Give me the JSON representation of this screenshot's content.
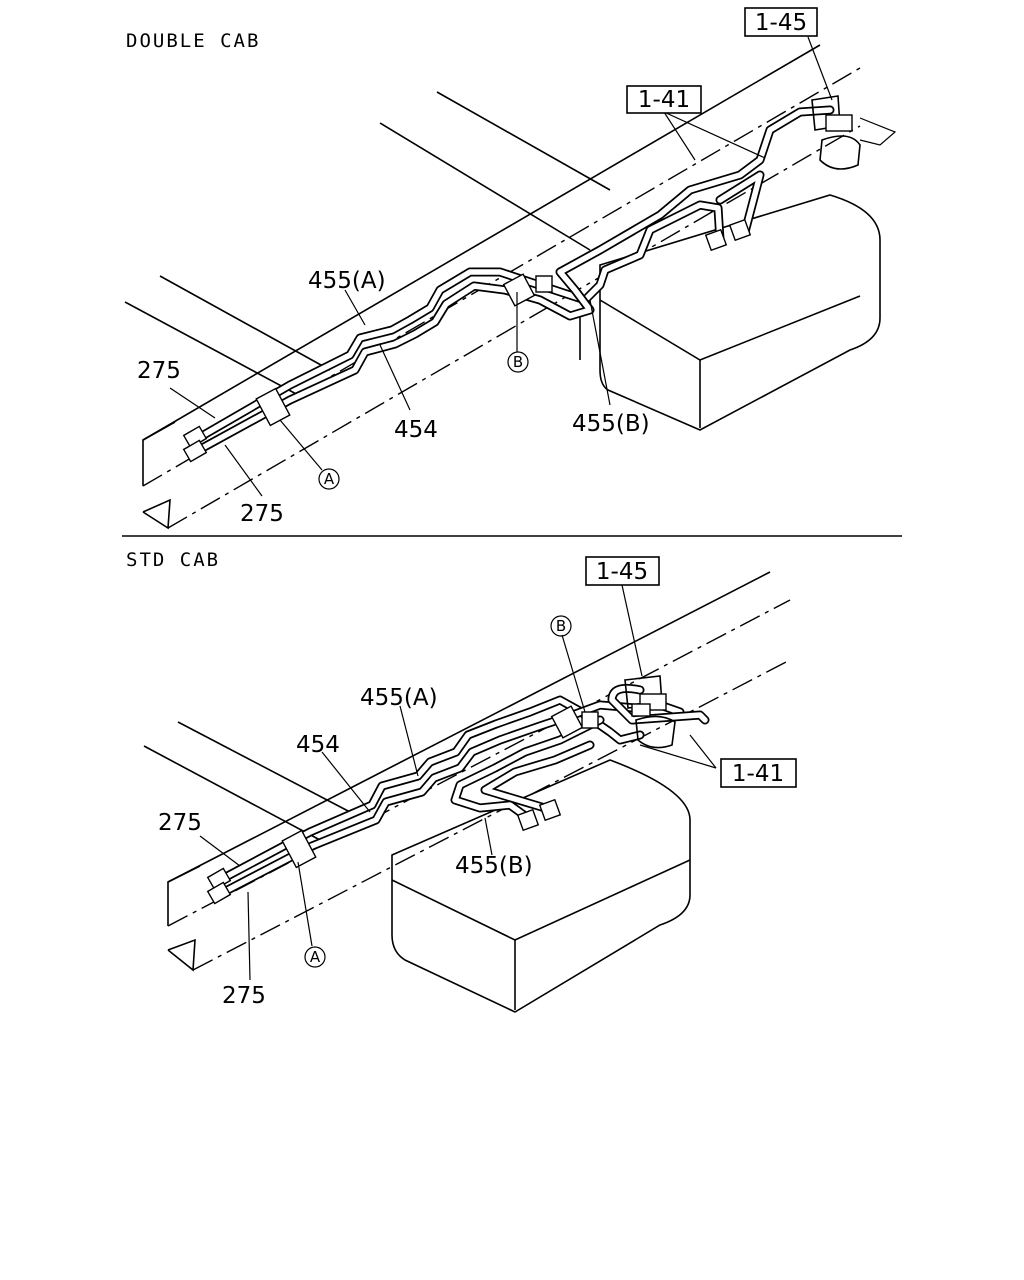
{
  "sections": [
    {
      "heading": "DOUBLE CAB",
      "boxed_refs": [
        "1-45",
        "1-41"
      ],
      "labels": [
        "455(A)",
        "275",
        "454",
        "455(B)",
        "275"
      ],
      "circled": [
        "B",
        "A"
      ]
    },
    {
      "heading": "STD CAB",
      "boxed_refs": [
        "1-45",
        "1-41"
      ],
      "labels": [
        "455(A)",
        "454",
        "275",
        "455(B)",
        "275"
      ],
      "circled": [
        "B",
        "A"
      ]
    }
  ]
}
